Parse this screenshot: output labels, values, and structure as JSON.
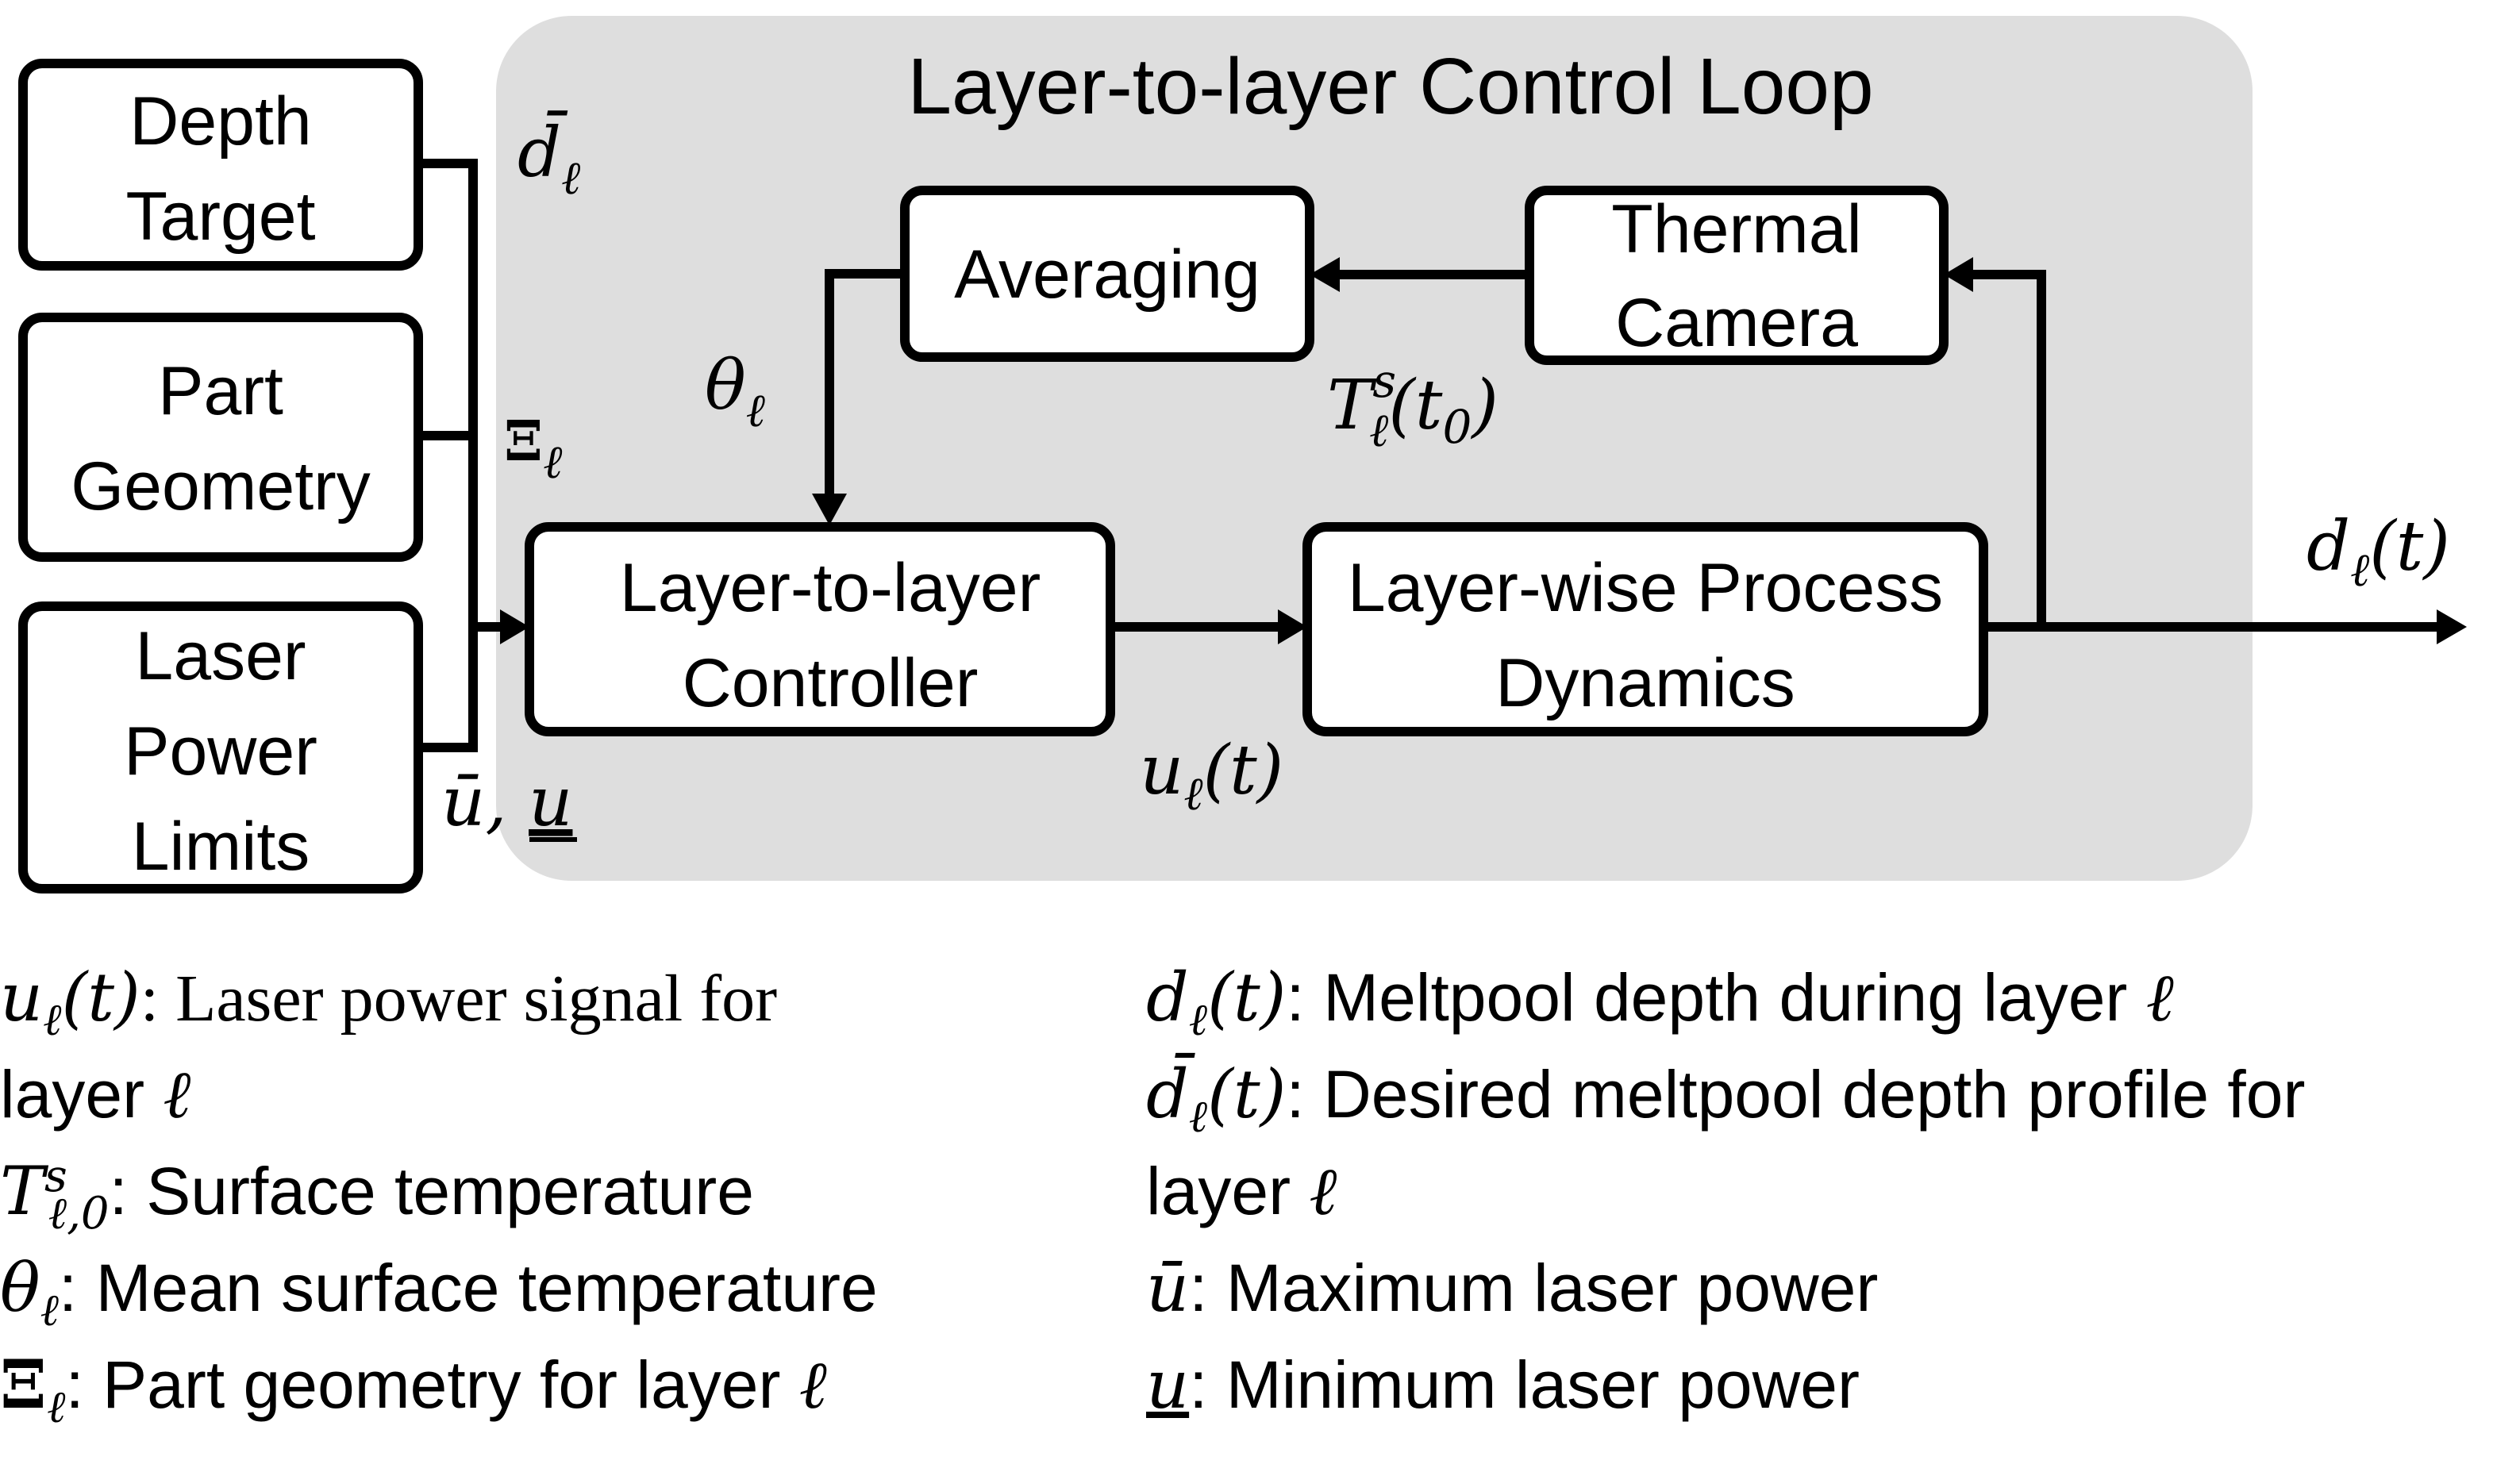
{
  "title": "Layer-to-layer Control Loop",
  "colors": {
    "panel": "#DEDEDE",
    "stroke": "#000000",
    "box_fill": "#FFFFFF"
  },
  "inputs": [
    {
      "id": "depth-target",
      "lines": [
        "Depth",
        "Target"
      ]
    },
    {
      "id": "part-geometry",
      "lines": [
        "Part",
        "Geometry"
      ]
    },
    {
      "id": "laser-power-limits",
      "lines": [
        "Laser",
        "Power",
        "Limits"
      ]
    }
  ],
  "blocks": {
    "averaging": {
      "lines": [
        "Averaging"
      ]
    },
    "thermal_camera": {
      "lines": [
        "Thermal",
        "Camera"
      ]
    },
    "controller": {
      "lines": [
        "Layer-to-layer",
        "Controller"
      ]
    },
    "process": {
      "lines": [
        "Layer-wise Process",
        "Dynamics"
      ]
    }
  },
  "signals": {
    "d_bar": {
      "base": "d̄",
      "sub": "ℓ"
    },
    "xi": {
      "base": "Ξ",
      "sub": "ℓ"
    },
    "u_limits": {
      "text": "ū, ",
      "under": "u"
    },
    "theta": {
      "base": "θ",
      "sub": "ℓ"
    },
    "surface_temp": {
      "base": "T",
      "sub": "ℓ",
      "sup": "s",
      "arg": "(t",
      "arg_sub": "0",
      "close": ")"
    },
    "u_signal": {
      "base": "u",
      "sub": "ℓ",
      "arg": "(t)"
    },
    "d_out": {
      "base": "d",
      "sub": "ℓ",
      "arg": "(t)"
    }
  },
  "legend": {
    "left": [
      {
        "sym": "u",
        "sub": "ℓ",
        "arg": "(t)",
        "text": ": Laser power signal for"
      },
      {
        "sym": "",
        "text": "layer ",
        "tail": "ℓ"
      },
      {
        "sym": "T",
        "sub": "ℓ,0",
        "sup": "s",
        "text": ": Surface temperature"
      },
      {
        "sym": "θ",
        "sub": "ℓ",
        "text": ": Mean surface temperature"
      },
      {
        "sym": "Ξ",
        "sub": "ℓ",
        "text": ": Part geometry for layer ",
        "tail": "ℓ"
      }
    ],
    "right": [
      {
        "sym": "d",
        "sub": "ℓ",
        "arg": "(t)",
        "text": ": Meltpool depth during layer ",
        "tail": "ℓ"
      },
      {
        "sym": "d̄",
        "sub": "ℓ",
        "arg": "(t)",
        "text": ": Desired meltpool depth profile for"
      },
      {
        "sym": "",
        "text": "layer ",
        "tail": "ℓ"
      },
      {
        "sym": "ū",
        "text": ": Maximum laser power"
      },
      {
        "sym": "u",
        "under": true,
        "text": ": Minimum laser power"
      }
    ]
  }
}
